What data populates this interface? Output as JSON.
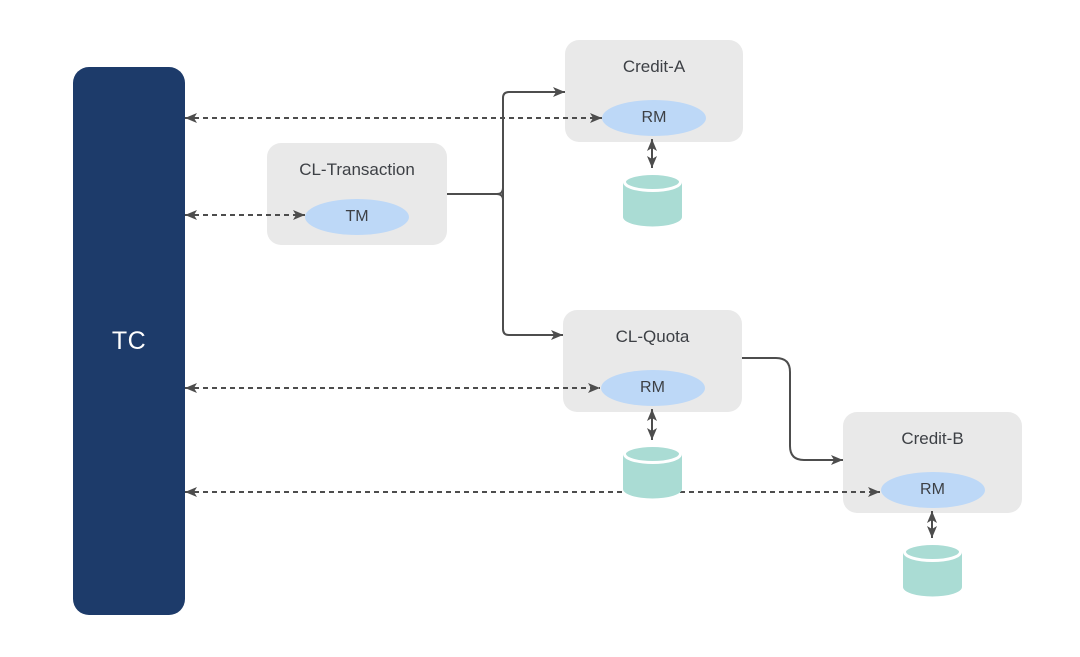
{
  "diagram_type": "distributed-transaction-architecture",
  "colors": {
    "tc_fill": "#1d3b6a",
    "tc_text": "#ffffff",
    "service_fill": "#e9e9e9",
    "role_fill": "#bdd8f7",
    "db_fill": "#aadcd4",
    "connector": "#4d4d4d",
    "label_text": "#3d4045"
  },
  "tc": {
    "label": "TC"
  },
  "services": [
    {
      "id": "cl-transaction",
      "label": "CL-Transaction",
      "role": "TM",
      "has_database": false
    },
    {
      "id": "credit-a",
      "label": "Credit-A",
      "role": "RM",
      "has_database": true
    },
    {
      "id": "cl-quota",
      "label": "CL-Quota",
      "role": "RM",
      "has_database": true
    },
    {
      "id": "credit-b",
      "label": "Credit-B",
      "role": "RM",
      "has_database": true
    }
  ],
  "connections": {
    "dashed_bidirectional": [
      "TC ↔ Credit-A RM",
      "TC ↔ CL-Transaction TM",
      "TC ↔ CL-Quota RM",
      "TC ↔ Credit-B RM"
    ],
    "solid_calls": [
      "CL-Transaction → Credit-A",
      "CL-Transaction → CL-Quota",
      "CL-Quota → Credit-B"
    ],
    "db_bidirectional": [
      "Credit-A RM ↔ database",
      "CL-Quota RM ↔ database",
      "Credit-B RM ↔ database"
    ]
  }
}
